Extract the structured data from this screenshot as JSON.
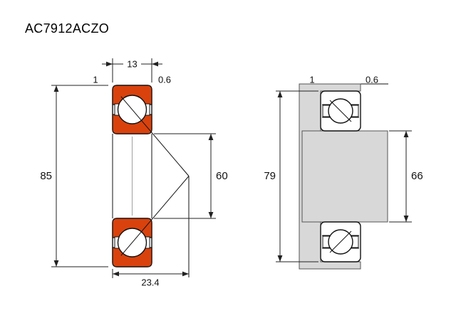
{
  "title": "AC7912ACZO",
  "colors": {
    "bearing_ring": "#D9420D",
    "steel_gray": "#D8D8D8",
    "line": "#1A1A1A"
  },
  "left_view": {
    "dims": {
      "width": "13",
      "chamfer_large": "1",
      "chamfer_small": "0.6",
      "outside_diameter": "85",
      "bore_diameter": "60",
      "effective_center_offset": "23.4"
    }
  },
  "right_view": {
    "dims": {
      "fillet_large": "1",
      "fillet_small": "0.6",
      "housing_abutment_diameter": "79",
      "shaft_abutment_diameter": "66"
    }
  }
}
